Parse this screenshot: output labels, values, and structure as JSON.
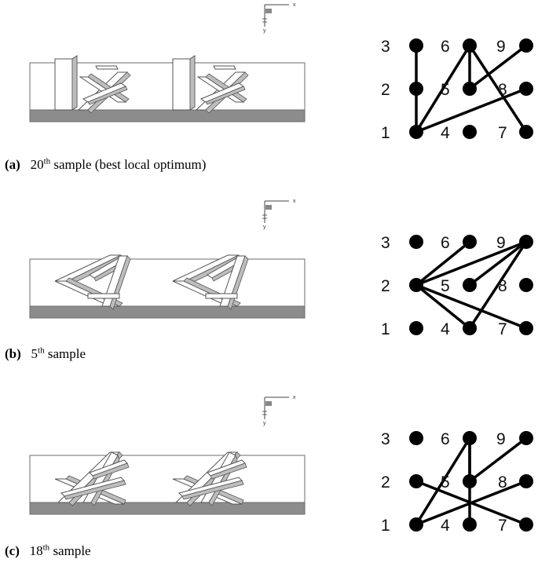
{
  "panels": [
    {
      "tag": "(a)",
      "ordinal": "20",
      "sup": "th",
      "rest": " sample (best local optimum)",
      "edges": [
        [
          1,
          3
        ],
        [
          1,
          6
        ],
        [
          1,
          8
        ],
        [
          6,
          5
        ],
        [
          6,
          7
        ],
        [
          5,
          9
        ]
      ],
      "shape": "a"
    },
    {
      "tag": "(b)",
      "ordinal": "5",
      "sup": "th",
      "rest": " sample",
      "edges": [
        [
          2,
          6
        ],
        [
          2,
          9
        ],
        [
          2,
          4
        ],
        [
          2,
          7
        ],
        [
          5,
          9
        ],
        [
          4,
          9
        ]
      ],
      "shape": "b"
    },
    {
      "tag": "(c)",
      "ordinal": "18",
      "sup": "th",
      "rest": " sample",
      "edges": [
        [
          2,
          7
        ],
        [
          1,
          6
        ],
        [
          4,
          6
        ],
        [
          5,
          9
        ],
        [
          1,
          8
        ],
        [
          6,
          5
        ]
      ],
      "shape": "c"
    }
  ],
  "node_labels": [
    "1",
    "2",
    "3",
    "4",
    "5",
    "6",
    "7",
    "8",
    "9"
  ],
  "axis": {
    "x": "x",
    "y": "y"
  }
}
